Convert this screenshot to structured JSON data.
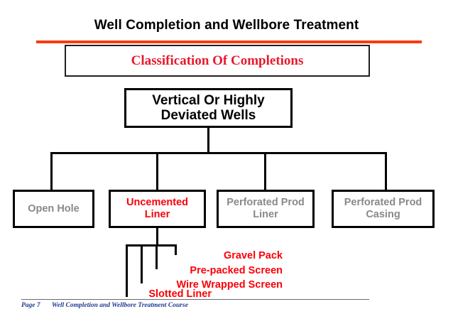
{
  "slide": {
    "title": "Well Completion and Wellbore Treatment",
    "accent_rule_color": "#f93a10"
  },
  "banner": {
    "label": "Classification Of Completions",
    "text_color": "#e8192c",
    "border_color": "#231f20"
  },
  "tree": {
    "root": {
      "line1": "Vertical Or Highly",
      "line2": "Deviated Wells"
    },
    "nodes": [
      {
        "line1": "Open Hole",
        "line2": "",
        "color": "#898989",
        "highlighted": "false"
      },
      {
        "line1": "Uncemented",
        "line2": "Liner",
        "color": "#fb0007",
        "highlighted": "true"
      },
      {
        "line1": "Perforated Prod",
        "line2": "Liner",
        "color": "#898989",
        "highlighted": "false"
      },
      {
        "line1": "Perforated Prod",
        "line2": "Casing",
        "color": "#898989",
        "highlighted": "false"
      }
    ],
    "leaves": [
      {
        "label": "Gravel Pack"
      },
      {
        "label": "Pre-packed Screen"
      },
      {
        "label": "Wire Wrapped Screen"
      },
      {
        "label": "Slotted Liner"
      }
    ]
  },
  "footer": {
    "page": "Page 7",
    "course": "Well Completion and Wellbore Treatment Course"
  }
}
